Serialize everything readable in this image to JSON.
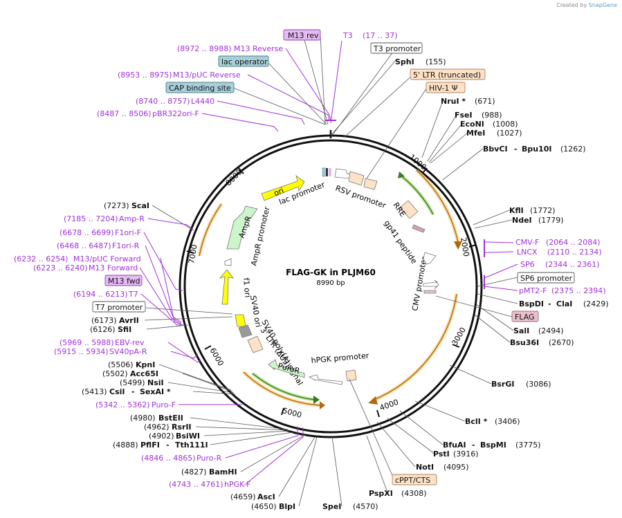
{
  "credit": {
    "prefix": "Created by",
    "brand": "SnapGene"
  },
  "plasmid": {
    "name": "FLAG-GK in PLJM60",
    "length": "8990 bp"
  },
  "ticks": [
    "1000",
    "2000",
    "3000",
    "4000",
    "5000",
    "6000",
    "7000",
    "8000"
  ],
  "sites": {
    "t3": "T3",
    "t3_range": "(17 .. 37)",
    "t3_promoter": "T3 promoter",
    "sphi": "SphI",
    "sphi_pos": "(155)",
    "ltr5": "5' LTR (truncated)",
    "hiv": "HIV-1 Ψ",
    "nrui": "NruI *",
    "nrui_pos": "(671)",
    "fsei": "FseI",
    "fsei_pos": "(988)",
    "econi": "EcoNI",
    "econi_pos": "(1008)",
    "mfei": "MfeI",
    "mfei_pos": "(1027)",
    "bbvci": "BbvCI",
    "bbvci_dash": "-",
    "bpu10i": "Bpu10I",
    "bbvci_pos": "(1262)",
    "kfli": "KflI",
    "kfli_pos": "(1772)",
    "ndei": "NdeI",
    "ndei_pos": "(1779)",
    "cmvf": "CMV-F",
    "cmvf_range": "(2064 .. 2084)",
    "lncx": "LNCX",
    "lncx_range": "(2110 .. 2134)",
    "sp6": "SP6",
    "sp6_range": "(2344 .. 2361)",
    "sp6_promoter": "SP6 promoter",
    "pmt2f": "pMT2-F",
    "pmt2f_range": "(2375 .. 2394)",
    "bspdi": "BspDI",
    "bspdi_dash": "-",
    "clai": "ClaI",
    "bspdi_pos": "(2429)",
    "flag": "FLAG",
    "sali": "SalI",
    "sali_pos": "(2494)",
    "bsu36i": "Bsu36I",
    "bsu36i_pos": "(2670)",
    "bsrgi": "BsrGI",
    "bsrgi_pos": "(3086)",
    "bcli": "BclI *",
    "bcli_pos": "(3406)",
    "bfuai": "BfuAI",
    "bfuai_dash": "-",
    "bspmi": "BspMI",
    "bfuai_pos": "(3775)",
    "psti": "PstI",
    "psti_pos": "(3916)",
    "noti": "NotI",
    "noti_pos": "(4095)",
    "cppt": "cPPT/CTS",
    "pspxi": "PspXI",
    "pspxi_pos": "(4308)",
    "spei": "SpeI",
    "spei_pos": "(4570)",
    "blpi": "BlpI",
    "blpi_pos": "(4650)",
    "asci": "AscI",
    "asci_pos": "(4659)",
    "hpgkf": "hPGK-F",
    "hpgkf_range": "(4743 .. 4761)",
    "bamhi": "BamHI",
    "bamhi_pos": "(4827)",
    "purorev": "Puro-R",
    "purorev_range": "(4846 .. 4865)",
    "pflfi": "PflFI",
    "pflfi_dash": "-",
    "tth111i": "Tth111I",
    "pflfi_pos": "(4888)",
    "bsiwi": "BsiWI",
    "bsiwi_pos": "(4902)",
    "rsrii": "RsrII",
    "rsrii_pos": "(4962)",
    "bsteii": "BstEII",
    "bsteii_pos": "(4980)",
    "purof": "Puro-F",
    "purof_range": "(5342 .. 5362)",
    "csii": "CsiI",
    "csii_dash": "-",
    "sexai": "SexAI *",
    "csii_pos": "(5413)",
    "nsii": "NsiI",
    "nsii_pos": "(5499)",
    "acc65i": "Acc65I",
    "acc65i_pos": "(5502)",
    "kpni": "KpnI",
    "kpni_pos": "(5506)",
    "sv40par": "SV40pA-R",
    "sv40par_range": "(5915 .. 5934)",
    "ebvrev": "EBV-rev",
    "ebvrev_range": "(5969 .. 5988)",
    "sfii": "SfiI",
    "sfii_pos": "(6126)",
    "avrii": "AvrII",
    "avrii_pos": "(6173)",
    "t7_promoter": "T7 promoter",
    "t7": "T7",
    "t7_range": "(6194 .. 6213)",
    "m13fwd": "M13 fwd",
    "m13forward": "M13 Forward",
    "m13forward_range": "(6223 .. 6240)",
    "m13pucfwd": "M13/pUC Forward",
    "m13pucfwd_range": "(6232 .. 6254)",
    "f1orir": "F1ori-R",
    "f1orir_range": "(6468 .. 6487)",
    "f1orif": "F1ori-F",
    "f1orif_range": "(6678 .. 6699)",
    "ampr": "Amp-R",
    "ampr_range": "(7185 .. 7204)",
    "scai": "ScaI",
    "scai_pos": "(7273)",
    "pbr322": "pBR322ori-F",
    "pbr322_range": "(8487 .. 8506)",
    "l4440": "L4440",
    "l4440_range": "(8740 .. 8757)",
    "cap": "CAP binding site",
    "m13pucrev": "M13/pUC Reverse",
    "m13pucrev_range": "(8953 .. 8975)",
    "lacop": "lac operator",
    "m13reverse": "M13 Reverse",
    "m13reverse_range": "(8972 .. 8988)",
    "m13rev": "M13 rev"
  },
  "features": {
    "lac_promoter": "lac promoter",
    "rsv_promoter": "RSV promoter",
    "rre": "RRE",
    "gp41": "gp41 peptide",
    "cmv_promoter": "CMV promoter",
    "hpgk_promoter": "hPGK promoter",
    "puror": "PuroR",
    "ltr3": "3' LTR (ΔU3)",
    "sv40_polya": "SV40 poly(A) signal",
    "sv40_ori": "SV40 ori",
    "f1_ori": "f1 ori",
    "ampr_promoter": "AmpR promoter",
    "ampr": "AmpR",
    "ori": "ori"
  },
  "colors": {
    "primer": "#a030d8",
    "ori": "#ffff00",
    "ampr": "#ccf5cc",
    "puror": "#ccf5cc",
    "ltr": "#fde2c6",
    "orf_arc": "#f4b84a",
    "green_arc": "#5aa02c"
  }
}
